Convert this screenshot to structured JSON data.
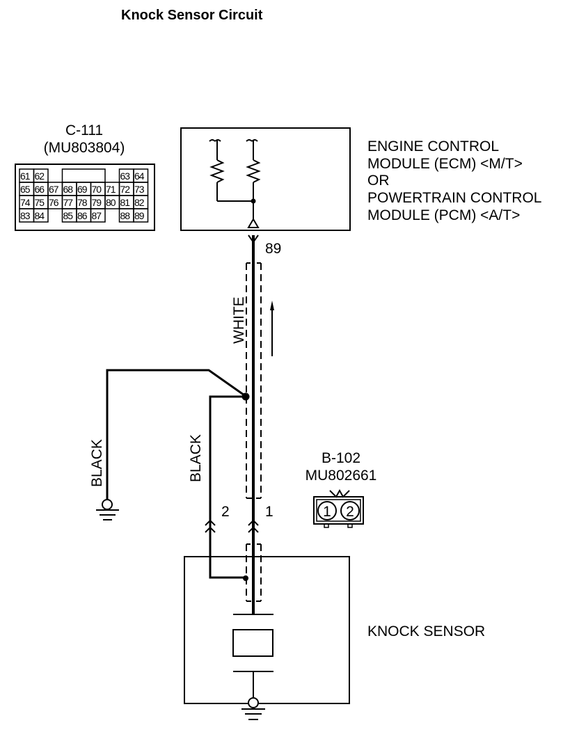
{
  "title": "Knock Sensor Circuit",
  "connector_c111": {
    "id": "C-111",
    "part_number": "(MU803804)",
    "rows": [
      [
        "61",
        "62",
        "",
        "",
        "",
        "",
        "",
        "63",
        "64"
      ],
      [
        "65",
        "66",
        "67",
        "68",
        "69",
        "70",
        "71",
        "72",
        "73"
      ],
      [
        "74",
        "75",
        "76",
        "77",
        "78",
        "79",
        "80",
        "81",
        "82"
      ],
      [
        "83",
        "84",
        "",
        "85",
        "86",
        "87",
        "",
        "88",
        "89"
      ]
    ]
  },
  "ecm": {
    "label_lines": [
      "ENGINE CONTROL",
      "MODULE (ECM) <M/T>",
      "OR",
      "POWERTRAIN CONTROL",
      "MODULE (PCM) <A/T>"
    ],
    "terminal": "89"
  },
  "wires": {
    "signal_color": "WHITE",
    "ground_color_1": "BLACK",
    "ground_color_2": "BLACK"
  },
  "connector_b102": {
    "id": "B-102",
    "part_number": "MU802661",
    "pins": [
      "1",
      "2"
    ],
    "terminal_1": "1",
    "terminal_2": "2"
  },
  "sensor": {
    "label": "KNOCK SENSOR"
  }
}
